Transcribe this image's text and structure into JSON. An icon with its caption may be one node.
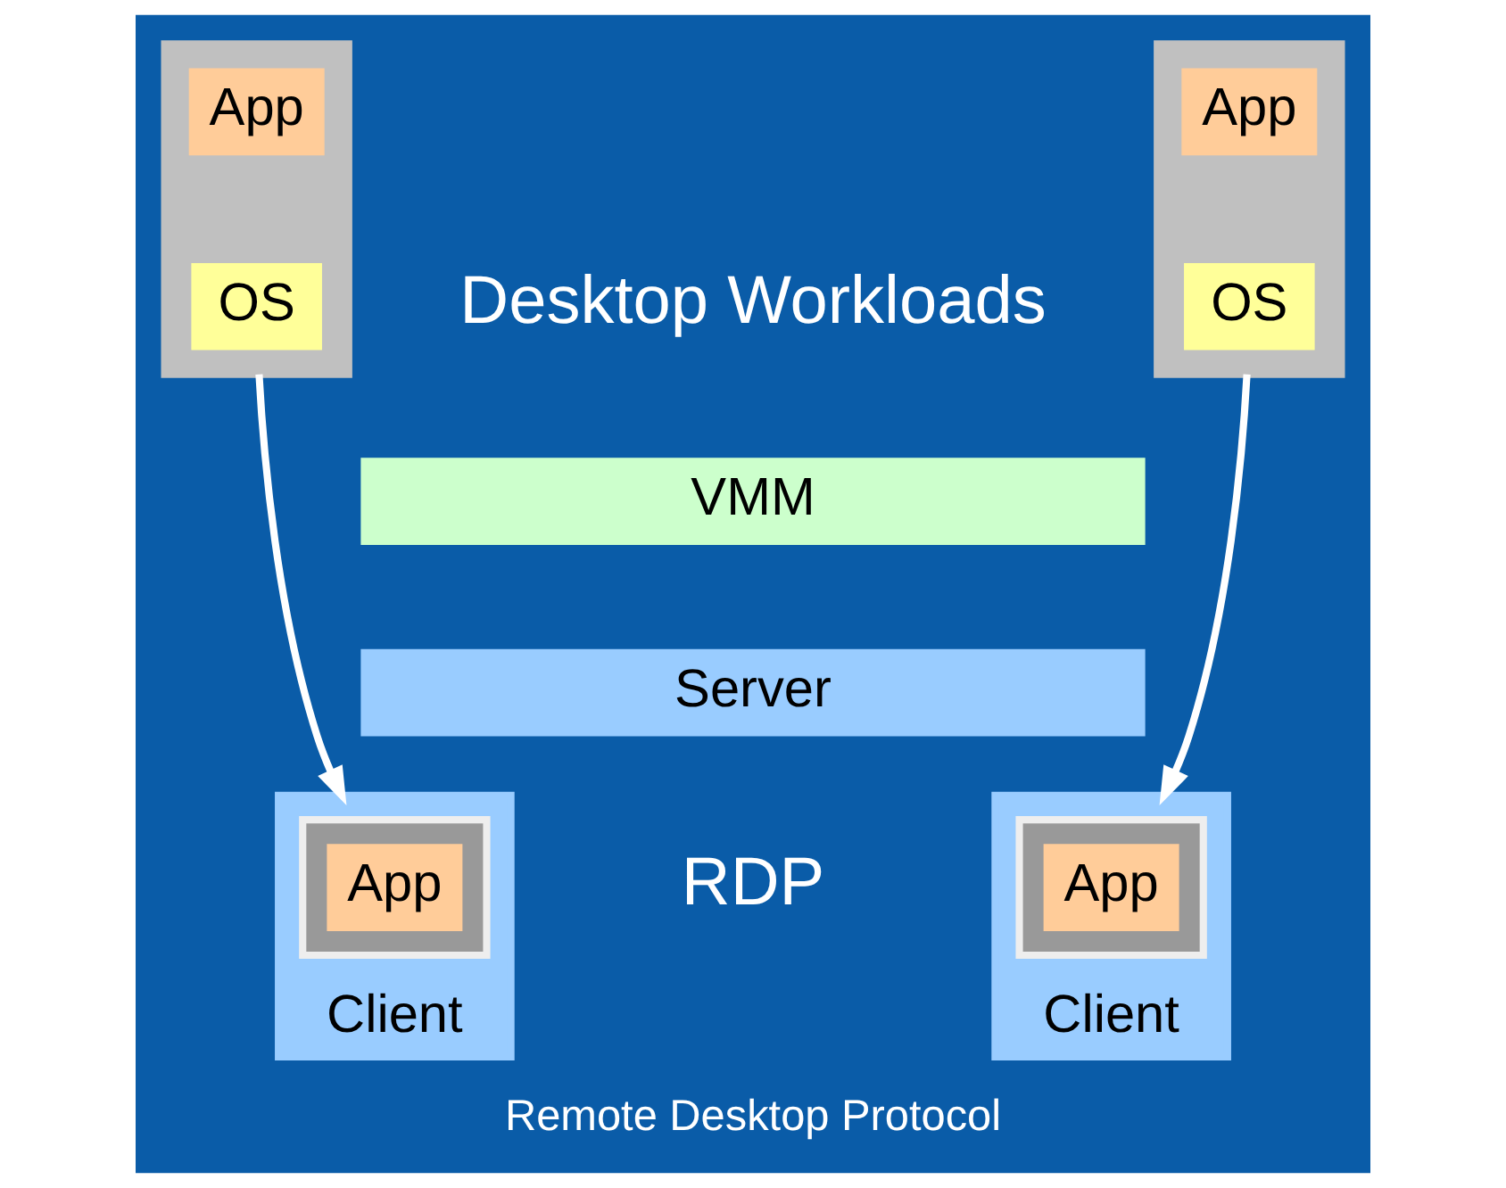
{
  "diagram": {
    "nodes": [
      {
        "text": [],
        "shape": "box"
      },
      {
        "text": [
          "App"
        ],
        "in": 0
      },
      {
        "text": [
          "OS"
        ],
        "in": 0
      },
      {
        "text": [],
        "shape": "box"
      },
      {
        "text": [
          "App"
        ],
        "in": 3
      },
      {
        "text": [
          "OS"
        ],
        "in": 3
      },
      {
        "text": [
          "VMM"
        ]
      },
      {
        "text": [
          "Server"
        ]
      },
      {
        "text": [
          "Client"
        ]
      },
      {
        "text": [],
        "shape": "box",
        "in": 8
      },
      {
        "text": [
          "App"
        ],
        "in": 9
      },
      {
        "text": [
          "Client"
        ]
      },
      {
        "text": [],
        "shape": "box",
        "in": 11
      },
      {
        "text": [
          "App"
        ],
        "in": 12
      }
    ],
    "edges": [
      {
        "from": 0,
        "to": 8,
        "arrow": "to"
      },
      {
        "from": 3,
        "to": 11,
        "arrow": "to"
      }
    ],
    "labels": [
      "Desktop Workloads",
      "RDP",
      "Remote Desktop Protocol"
    ]
  }
}
